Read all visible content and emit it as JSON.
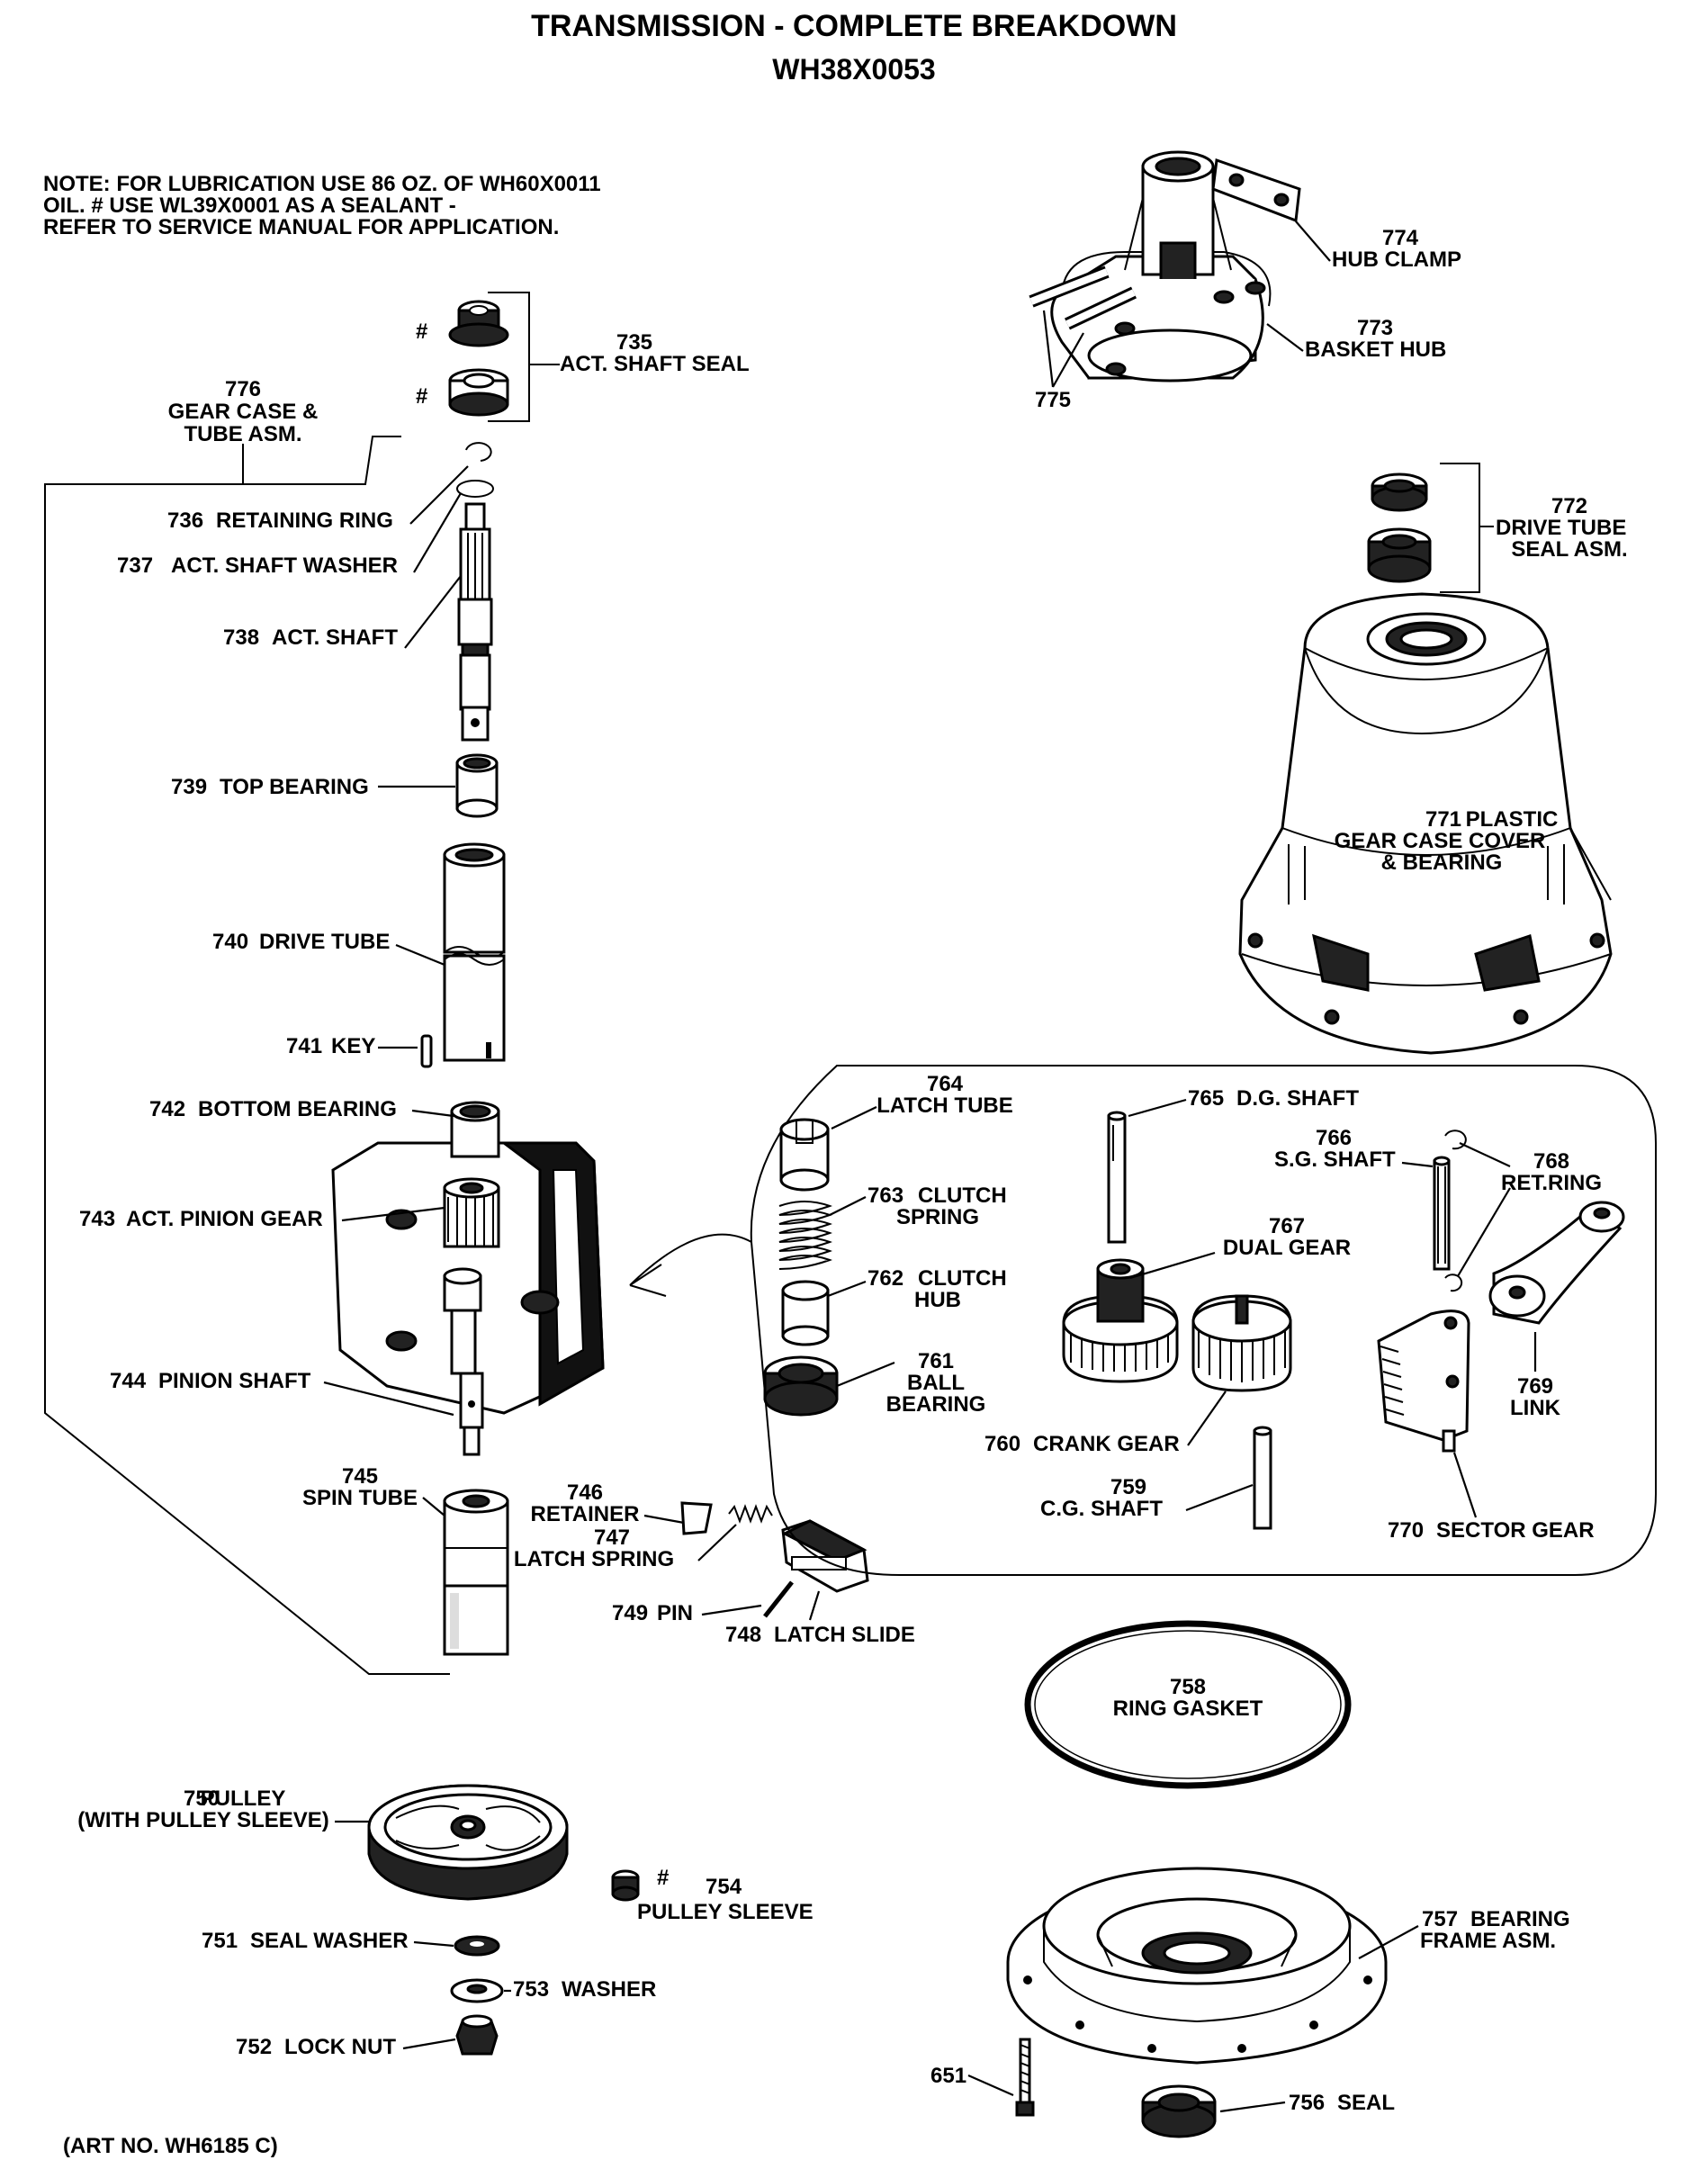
{
  "title": "TRANSMISSION - COMPLETE BREAKDOWN",
  "model": "WH38X0053",
  "note": [
    "NOTE: FOR LUBRICATION USE 86 OZ. OF WH60X0011",
    "OIL. # USE WL39X0001 AS A SEALANT -",
    "REFER TO SERVICE MANUAL FOR APPLICATION."
  ],
  "art_no": "(ART NO. WH6185 C)",
  "hash": "#",
  "parts": {
    "p735": {
      "num": "735",
      "name": "ACT. SHAFT SEAL"
    },
    "p736": {
      "num": "736",
      "name": "RETAINING RING"
    },
    "p737": {
      "num": "737",
      "name": "ACT. SHAFT WASHER"
    },
    "p738": {
      "num": "738",
      "name": "ACT. SHAFT"
    },
    "p739": {
      "num": "739",
      "name": "TOP BEARING"
    },
    "p740": {
      "num": "740",
      "name": "DRIVE TUBE"
    },
    "p741": {
      "num": "741",
      "name": "KEY"
    },
    "p742": {
      "num": "742",
      "name": "BOTTOM BEARING"
    },
    "p743": {
      "num": "743",
      "name": "ACT. PINION GEAR"
    },
    "p744": {
      "num": "744",
      "name": "PINION SHAFT"
    },
    "p745": {
      "num": "745",
      "name": "SPIN TUBE"
    },
    "p746": {
      "num": "746",
      "name": "RETAINER"
    },
    "p747": {
      "num": "747",
      "name": "LATCH SPRING"
    },
    "p748": {
      "num": "748",
      "name": "LATCH SLIDE"
    },
    "p749": {
      "num": "749",
      "name": "PIN"
    },
    "p750": {
      "num": "750",
      "name": "PULLEY",
      "name2": "(WITH PULLEY SLEEVE)"
    },
    "p751": {
      "num": "751",
      "name": "SEAL WASHER"
    },
    "p752": {
      "num": "752",
      "name": "LOCK NUT"
    },
    "p753": {
      "num": "753",
      "name": "WASHER"
    },
    "p754": {
      "num": "754",
      "name": "PULLEY SLEEVE"
    },
    "p756": {
      "num": "756",
      "name": "SEAL"
    },
    "p757": {
      "num": "757",
      "name": "BEARING",
      "name2": "FRAME ASM."
    },
    "p758": {
      "num": "758",
      "name": "RING GASKET"
    },
    "p759": {
      "num": "759",
      "name": "C.G. SHAFT"
    },
    "p760": {
      "num": "760",
      "name": "CRANK GEAR"
    },
    "p761": {
      "num": "761",
      "name": "BALL",
      "name2": "BEARING"
    },
    "p762": {
      "num": "762",
      "name": "CLUTCH",
      "name2": "HUB"
    },
    "p763": {
      "num": "763",
      "name": "CLUTCH",
      "name2": "SPRING"
    },
    "p764": {
      "num": "764",
      "name": "LATCH TUBE"
    },
    "p765": {
      "num": "765",
      "name": "D.G. SHAFT"
    },
    "p766": {
      "num": "766",
      "name": "S.G. SHAFT"
    },
    "p767": {
      "num": "767",
      "name": "DUAL GEAR"
    },
    "p768": {
      "num": "768",
      "name": "RET.RING"
    },
    "p769": {
      "num": "769",
      "name": "LINK"
    },
    "p770": {
      "num": "770",
      "name": "SECTOR GEAR"
    },
    "p771": {
      "num": "771",
      "name": "PLASTIC",
      "name2": "GEAR CASE COVER",
      "name3": "& BEARING"
    },
    "p772": {
      "num": "772",
      "name": "DRIVE TUBE",
      "name2": "SEAL ASM."
    },
    "p773": {
      "num": "773",
      "name": "BASKET HUB"
    },
    "p774": {
      "num": "774",
      "name": "HUB CLAMP"
    },
    "p775": {
      "num": "775"
    },
    "p776": {
      "num": "776",
      "name": "GEAR CASE &",
      "name2": "TUBE ASM."
    },
    "p651": {
      "num": "651"
    }
  }
}
